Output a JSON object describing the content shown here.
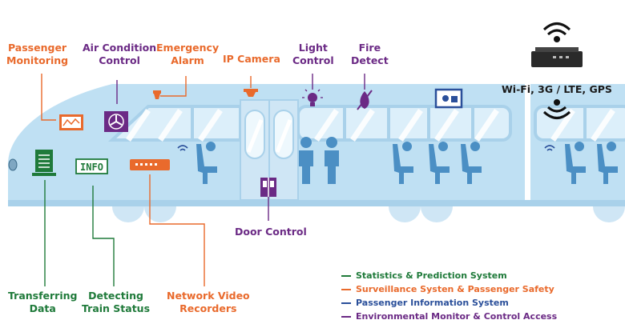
{
  "labels": {
    "passenger_monitoring": "Passenger\nMonitoring",
    "air_condition_control": "Air Condition\nControl",
    "emergency_alarm": "Emergency\nAlarm",
    "ip_camera": "IP Camera",
    "light_control": "Light\nControl",
    "fire_detect": "Fire\nDetect",
    "wifi_3g_gps": "Wi-Fi, 3G / LTE, GPS",
    "door_control": "Door Control",
    "transferring_data": "Transferring\nData",
    "detecting_train_status": "Detecting\nTrain Status",
    "network_video_recorders": "Network Video\nRecorders",
    "info_panel": "INFO"
  },
  "legend": [
    {
      "label": "Statistics & Prediction System",
      "color": "#1f7a3a"
    },
    {
      "label": "Surveillance Systen & Passenger Safety",
      "color": "#e96a2c"
    },
    {
      "label": "Passenger Information System",
      "color": "#2a4f9a"
    },
    {
      "label": "Environmental Monitor & Control Access",
      "color": "#6b2a85"
    }
  ],
  "colors": {
    "train_body": "#bfe0f3",
    "train_window": "#dceffa",
    "seat": "#4b8fc4",
    "orange": "#e96a2c",
    "purple": "#6b2a85",
    "green": "#1f7a3a",
    "blue": "#2a4f9a"
  },
  "icons": [
    "wifi-icon",
    "router-icon",
    "monitor-icon",
    "fan-icon",
    "alarm-icon",
    "camera-icon",
    "light-bulb-icon",
    "fire-icon",
    "info-screen-icon",
    "door-icon",
    "nvr-icon"
  ]
}
